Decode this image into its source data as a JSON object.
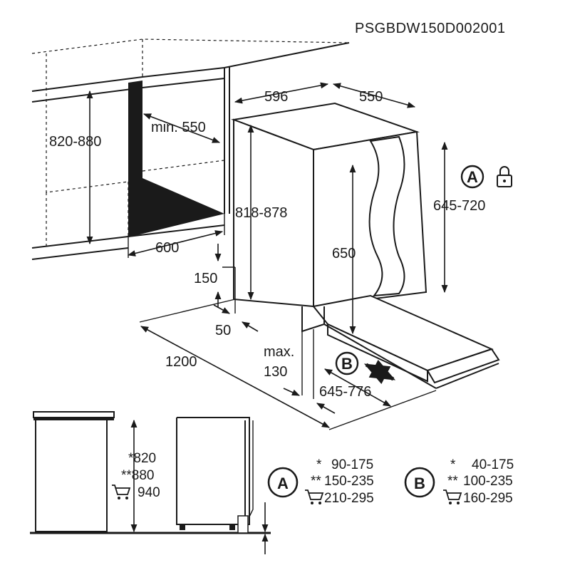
{
  "model_code": "PSGBDW150D002001",
  "top_view": {
    "niche_height": "820-880",
    "min_depth": "min. 550",
    "niche_depth": "600",
    "appliance_height": "818-878",
    "appliance_width": "596",
    "appliance_depth": "550",
    "door_height": "650",
    "panel_height": "645-720",
    "plinth_height": "150",
    "plinth_offset": "50",
    "clearance_width": "1200",
    "max_label": "max.",
    "max_value": "130",
    "door_travel": "645-776",
    "marker_a": "A",
    "marker_b": "B"
  },
  "bottom_view": {
    "height_star": "*820",
    "height_double_star": "**880",
    "height_cart": "940"
  },
  "legend_a": {
    "letter": "A",
    "rows": [
      {
        "mark": "*",
        "value": "90-175"
      },
      {
        "mark": "**",
        "value": "150-235"
      },
      {
        "mark": "cart",
        "value": "210-295"
      }
    ]
  },
  "legend_b": {
    "letter": "B",
    "rows": [
      {
        "mark": "*",
        "value": "40-175"
      },
      {
        "mark": "**",
        "value": "100-235"
      },
      {
        "mark": "cart",
        "value": "160-295"
      }
    ]
  },
  "icons": [
    "lock-icon",
    "cart-icon",
    "arrow-icon"
  ]
}
